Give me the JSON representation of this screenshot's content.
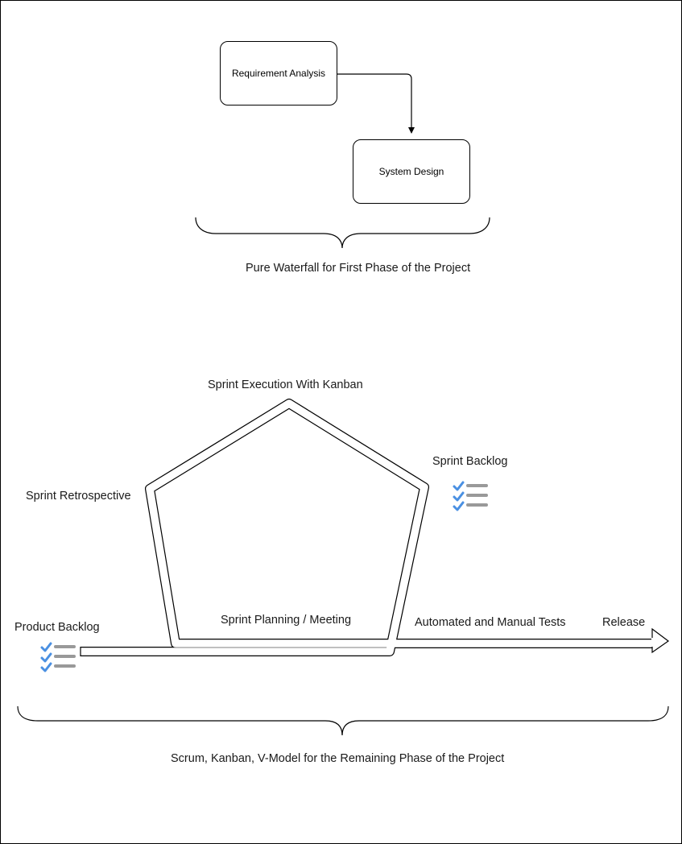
{
  "waterfall": {
    "requirement_analysis": "Requirement Analysis",
    "system_design": "System Design",
    "caption": "Pure Waterfall for First Phase of the Project"
  },
  "agile": {
    "sprint_execution": "Sprint Execution With Kanban",
    "sprint_backlog": "Sprint Backlog",
    "sprint_retrospective": "Sprint Retrospective",
    "sprint_planning": "Sprint Planning / Meeting",
    "product_backlog": "Product Backlog",
    "tests": "Automated and Manual Tests",
    "release": "Release",
    "caption": "Scrum, Kanban, V-Model for the Remaining Phase of the Project"
  },
  "icons": {
    "checklist": "checklist-icon",
    "check_color": "#4a90e2",
    "line_color": "#999999"
  }
}
